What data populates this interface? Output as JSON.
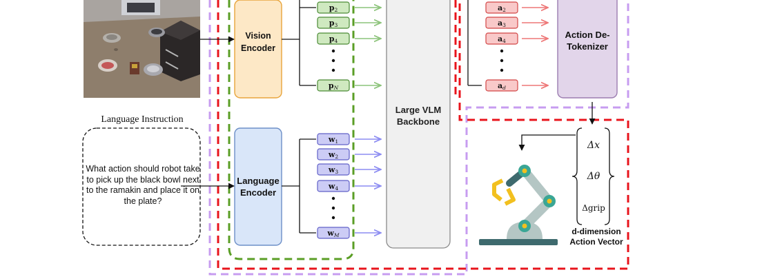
{
  "image_panel": {
    "title": ""
  },
  "language_panel": {
    "title": "Language Instruction",
    "instruction": "What action should robot take to pick up the black bowl next to the ramakin and place it on the plate?"
  },
  "vision_encoder": {
    "label": "Vision Encoder",
    "tokens": [
      {
        "base": "p",
        "sub": "2"
      },
      {
        "base": "p",
        "sub": "3"
      },
      {
        "base": "p",
        "sub": "4"
      },
      {
        "base": "p",
        "sub": "N"
      }
    ]
  },
  "language_encoder": {
    "label": "Language Encoder",
    "tokens": [
      {
        "base": "w",
        "sub": "1"
      },
      {
        "base": "w",
        "sub": "2"
      },
      {
        "base": "w",
        "sub": "3"
      },
      {
        "base": "w",
        "sub": "4"
      },
      {
        "base": "w",
        "sub": "M"
      }
    ]
  },
  "backbone": {
    "label": "Large VLM Backbone"
  },
  "action_tokens": [
    {
      "base": "a",
      "sub": "2"
    },
    {
      "base": "a",
      "sub": "3"
    },
    {
      "base": "a",
      "sub": "4"
    },
    {
      "base": "a",
      "sub": "d"
    }
  ],
  "detokenizer": {
    "label": "Action De-Tokenizer"
  },
  "action_vector": {
    "components": [
      "Δx",
      "Δθ",
      "Δgrip"
    ],
    "label": "d-dimension Action Vector"
  },
  "colors": {
    "vision_fill": "#fde8c6",
    "vision_stroke": "#e8a43a",
    "language_fill": "#d9e6f9",
    "language_stroke": "#6d8fc7",
    "ptoken_fill": "#cfe9c0",
    "ptoken_stroke": "#4a8a34",
    "wtoken_fill": "#ccccf5",
    "wtoken_stroke": "#6060c8",
    "atoken_fill": "#f9c9c9",
    "atoken_stroke": "#d24545",
    "detok_fill": "#e2d5ea",
    "detok_stroke": "#9b7cb0",
    "green_dash": "#5a9e25",
    "red_dash": "#e8141c",
    "purple_dash": "#c79cf0",
    "robot_base": "#3e6a6e",
    "robot_arm": "#b4c6c4",
    "robot_joint": "#3aa695",
    "gripper": "#f2c01f"
  }
}
